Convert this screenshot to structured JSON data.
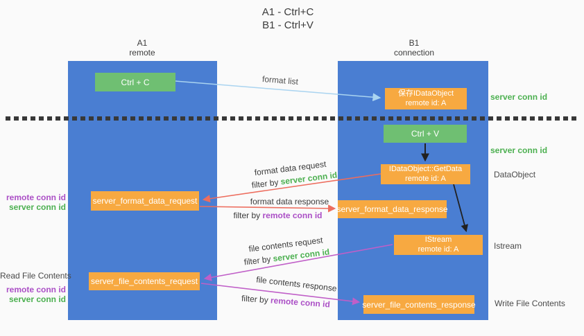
{
  "title": {
    "line1": "A1 - Ctrl+C",
    "line2": "B1 - Ctrl+V"
  },
  "columns": {
    "a": {
      "name": "A1",
      "role": "remote"
    },
    "b": {
      "name": "B1",
      "role": "connection"
    }
  },
  "nodes": {
    "ctrl_c": "Ctrl + C",
    "save_idataobject": {
      "line1": "保存IDataObject",
      "line2": "remote id: A"
    },
    "ctrl_v": "Ctrl + V",
    "getdata": {
      "line1": "IDataObject::GetData",
      "line2": "remote id: A"
    },
    "format_request": "server_format_data_request",
    "format_response": "server_format_data_response",
    "istream": {
      "line1": "IStream",
      "line2": "remote id: A"
    },
    "file_request": "server_file_contents_request",
    "file_response": "server_file_contents_response"
  },
  "side_labels": {
    "right_server_conn_id_1": "server conn id",
    "right_server_conn_id_2": "server conn id",
    "dataobject": "DataObject",
    "istream": "Istream",
    "write_file_contents": "Write File Contents",
    "left_remote_conn_id_1": "remote conn id",
    "left_server_conn_id_1": "server conn id",
    "read_file_contents": "Read File Contents",
    "left_remote_conn_id_2": "remote conn id",
    "left_server_conn_id_2": "server conn id"
  },
  "flow_labels": {
    "format_list": "format list",
    "format_data_request": "format data request",
    "format_data_response": "format data response",
    "file_contents_request": "file contents request",
    "file_contents_response": "file contents response",
    "filter_by": "filter by ",
    "server_conn_id": "server conn id",
    "remote_conn_id": "remote conn id"
  },
  "colors": {
    "background": "#fafafa",
    "column_blue": "#4a7ed2",
    "box_green": "#6fbf72",
    "box_orange": "#f7a941",
    "arrow_blue": "#aad4f0",
    "arrow_red": "#ed6d5e",
    "arrow_purple": "#c05fc8",
    "arrow_black": "#212121",
    "text_dark": "#3b3b3b",
    "text_gray": "#4a4a4a",
    "green_label": "#4cb050",
    "purple_label": "#ab4fc6",
    "dash": "#383838"
  }
}
